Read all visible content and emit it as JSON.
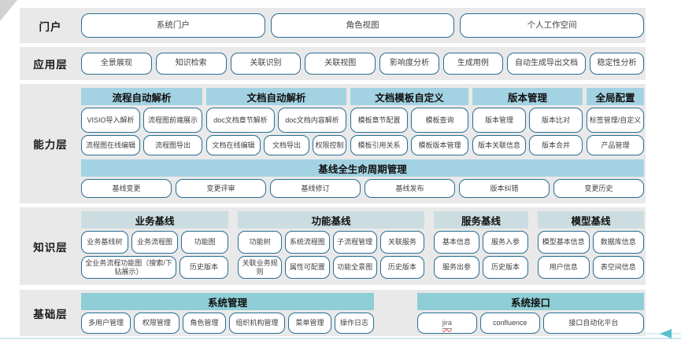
{
  "portal": {
    "label": "门户",
    "buttons": [
      "系统门户",
      "角色视图",
      "个人工作空间"
    ]
  },
  "application": {
    "label": "应用层",
    "buttons": [
      {
        "t": "全景展现",
        "f": 1.2
      },
      {
        "t": "知识检索",
        "f": 1.2
      },
      {
        "t": "关联识别",
        "f": 1.2
      },
      {
        "t": "关联视图",
        "f": 1.2
      },
      {
        "t": "影响度分析",
        "f": 1.0
      },
      {
        "t": "生成用例",
        "f": 1.0
      },
      {
        "t": "自动生成导出文档",
        "f": 1.35
      },
      {
        "t": "稳定性分析",
        "f": 0.9
      }
    ]
  },
  "capability": {
    "label": "能力层",
    "groups": [
      {
        "title": "流程自动解析",
        "rows": [
          [
            "VISIO导入解析",
            "流程图前端展示"
          ],
          [
            "流程图在线编辑",
            "流程图导出"
          ]
        ]
      },
      {
        "title": "文档自动解析",
        "rows": [
          [
            "doc文档章节解析",
            "doc文档内容解析"
          ],
          [
            {
              "t": "文档在线编辑",
              "f": 1.7
            },
            {
              "t": "文档导出",
              "f": 1.4
            },
            {
              "t": "权限控制",
              "f": 1
            }
          ]
        ]
      },
      {
        "title": "文档模板自定义",
        "rows": [
          [
            "模板章节配置",
            "模板查询"
          ],
          [
            "模板引用关系",
            "模板版本管理"
          ]
        ]
      },
      {
        "title": "版本管理",
        "rows": [
          [
            "版本管理",
            "版本比对"
          ],
          [
            "版本关联信息",
            "版本合并"
          ]
        ]
      },
      {
        "title": "全局配置",
        "rows": [
          [
            "标签管理/自定义"
          ],
          [
            "产品管理"
          ]
        ]
      }
    ],
    "baseline": {
      "title": "基线全生命周期管理",
      "items": [
        "基线变更",
        "变更评审",
        "基线修订",
        "基线发布",
        "版本纠错",
        "变更历史"
      ]
    }
  },
  "knowledge": {
    "label": "知识层",
    "groups": [
      {
        "title": "业务基线",
        "rows": [
          [
            "业务基线树",
            "业务流程图",
            "功能图"
          ],
          [
            {
              "t": "全业务流程功能图（搜索/下钻展示）",
              "f": 2.05
            },
            {
              "t": "历史版本",
              "f": 1
            }
          ]
        ]
      },
      {
        "title": "功能基线",
        "rows": [
          [
            "功能树",
            "系统流程图",
            "子流程管理",
            "关联服务"
          ],
          [
            "关联业务规则",
            "属性可配置",
            "功能全景图",
            "历史版本"
          ]
        ]
      },
      {
        "title": "服务基线",
        "rows": [
          [
            "基本信息",
            "服务入参"
          ],
          [
            "服务出参",
            "历史版本"
          ]
        ]
      },
      {
        "title": "模型基线",
        "rows": [
          [
            "模型基本信息",
            "数据库信息"
          ],
          [
            "用户信息",
            "表空间信息"
          ]
        ]
      }
    ]
  },
  "foundation": {
    "label": "基础层",
    "groups": [
      {
        "title": "系统管理",
        "rows": [
          [
            {
              "t": "多用户管理",
              "f": 1.1
            },
            {
              "t": "权限管理",
              "f": 1
            },
            {
              "t": "角色管理",
              "f": 0.95
            },
            {
              "t": "组织机构管理",
              "f": 1.25
            },
            {
              "t": "菜单管理",
              "f": 0.95
            },
            {
              "t": "操作日志",
              "f": 0.85
            }
          ]
        ]
      },
      {
        "title": "系统接口",
        "rows": [
          [
            {
              "t": "jira",
              "f": 1,
              "u": true
            },
            {
              "t": "confluence",
              "f": 1
            },
            {
              "t": "接口自动化平台",
              "f": 1.75
            }
          ]
        ]
      }
    ]
  },
  "colors": {
    "band_background": "#e9e9e9",
    "chip_border": "#276e92",
    "capability_header": "#a3d3e3",
    "knowledge_header": "#ccdde1",
    "foundation_header": "#8fced6",
    "arrow_teal": "#5bc0cb",
    "bottom_line": "#cfe6f0"
  }
}
